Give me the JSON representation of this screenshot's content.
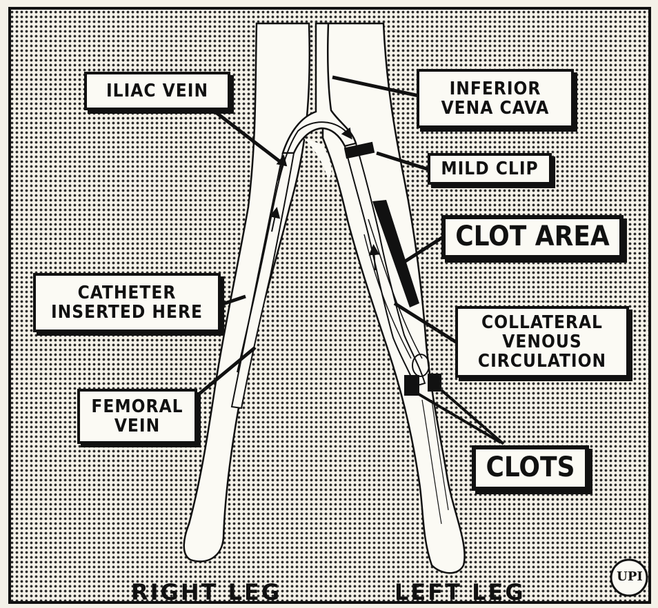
{
  "labels": {
    "iliac_vein": "ILIAC VEIN",
    "inferior_vena_cava": [
      "INFERIOR",
      "VENA CAVA"
    ],
    "mild_clip": "MILD CLIP",
    "clot_area": "CLOT AREA",
    "catheter": [
      "CATHETER",
      "INSERTED HERE"
    ],
    "collateral": [
      "COLLATERAL",
      "VENOUS",
      "CIRCULATION"
    ],
    "femoral_vein": [
      "FEMORAL",
      "VEIN"
    ],
    "clots": "CLOTS"
  },
  "legs": {
    "right": "RIGHT LEG",
    "left": "LEFT LEG"
  },
  "logo": "UPI"
}
